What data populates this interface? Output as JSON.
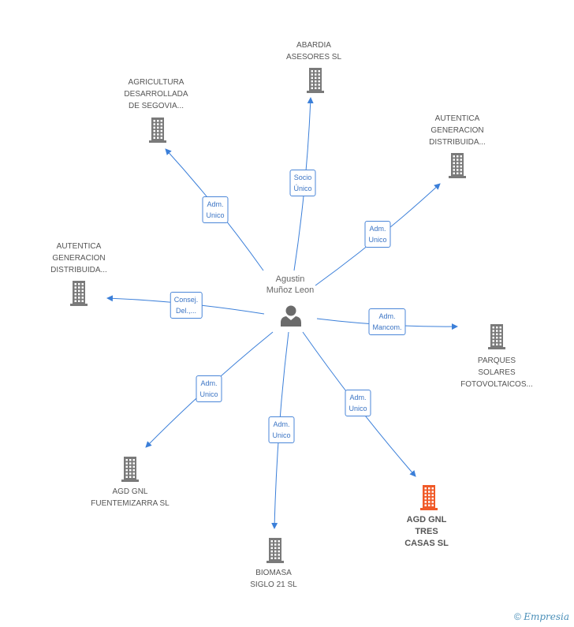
{
  "center": {
    "label_line1": "Agustin",
    "label_line2": "Muñoz Leon",
    "icon": "person-icon"
  },
  "colors": {
    "edge": "#3b7fd9",
    "building": "#7a7a7a",
    "building_highlight": "#f05a28",
    "person": "#6b6b6b"
  },
  "companies": [
    {
      "id": "abardia",
      "lines": [
        "ABARDIA",
        "ASESORES SL"
      ],
      "icon": "building-icon",
      "highlight": false
    },
    {
      "id": "agricultura",
      "lines": [
        "AGRICULTURA",
        "DESARROLLADA",
        "DE SEGOVIA..."
      ],
      "icon": "building-icon",
      "highlight": false
    },
    {
      "id": "autentica-1",
      "lines": [
        "AUTENTICA",
        "GENERACION",
        "DISTRIBUIDA..."
      ],
      "icon": "building-icon",
      "highlight": false
    },
    {
      "id": "autentica-2",
      "lines": [
        "AUTENTICA",
        "GENERACION",
        "DISTRIBUIDA..."
      ],
      "icon": "building-icon",
      "highlight": false
    },
    {
      "id": "parques",
      "lines": [
        "PARQUES",
        "SOLARES",
        "FOTOVOLTAICOS..."
      ],
      "icon": "building-icon",
      "highlight": false
    },
    {
      "id": "agd-tres",
      "lines": [
        "AGD GNL",
        "TRES",
        "CASAS SL"
      ],
      "icon": "building-icon",
      "highlight": true
    },
    {
      "id": "biomasa",
      "lines": [
        "BIOMASA",
        "SIGLO 21 SL"
      ],
      "icon": "building-icon",
      "highlight": false
    },
    {
      "id": "agd-fuente",
      "lines": [
        "AGD GNL",
        "FUENTEMIZARRA SL"
      ],
      "icon": "building-icon",
      "highlight": false
    }
  ],
  "relations": [
    {
      "target": "abardia",
      "lines": [
        "Socio",
        "Único"
      ]
    },
    {
      "target": "agricultura",
      "lines": [
        "Adm.",
        "Unico"
      ]
    },
    {
      "target": "autentica-1",
      "lines": [
        "Adm.",
        "Unico"
      ]
    },
    {
      "target": "autentica-2",
      "lines": [
        "Consej.",
        "Del.,..."
      ]
    },
    {
      "target": "parques",
      "lines": [
        "Adm.",
        "Mancom."
      ]
    },
    {
      "target": "agd-tres",
      "lines": [
        "Adm.",
        "Unico"
      ]
    },
    {
      "target": "biomasa",
      "lines": [
        "Adm.",
        "Unico"
      ]
    },
    {
      "target": "agd-fuente",
      "lines": [
        "Adm.",
        "Unico"
      ]
    }
  ],
  "footer": {
    "copyright": "©",
    "brand": "Empresia"
  }
}
